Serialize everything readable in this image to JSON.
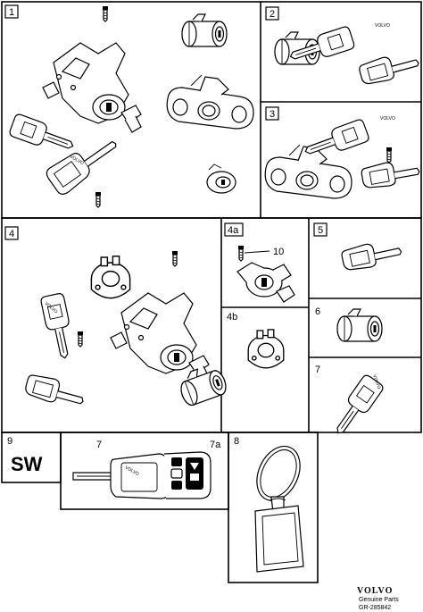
{
  "panels": {
    "p1": "1",
    "p2": "2",
    "p3": "3",
    "p4": "4",
    "p4a": "4a",
    "p4a_callout": "10",
    "p4b": "4b",
    "p5": "5",
    "p6": "6",
    "p7": "7",
    "p8": "8",
    "p9": "9",
    "p9_text": "SW",
    "p_remote_7": "7",
    "p_remote_7a": "7a"
  },
  "key_marking": "VOLVO",
  "footer": {
    "brand": "VOLVO",
    "subtitle": "Genuine Parts",
    "code": "GR-285842"
  }
}
